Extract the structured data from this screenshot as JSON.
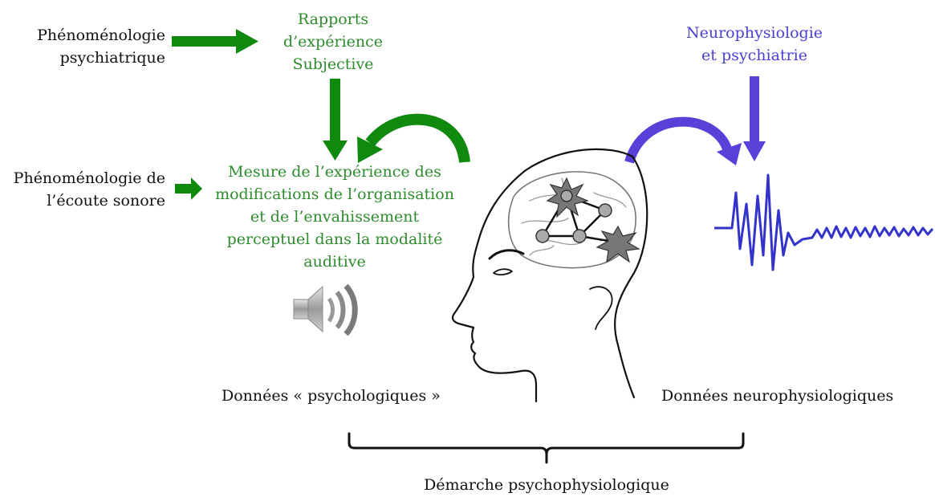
{
  "labels": {
    "phen_psych": [
      "Phénoménologie",
      "psychiatrique"
    ],
    "rapports": [
      "Rapports",
      "d’expérience",
      "Subjective"
    ],
    "neuro_psych": [
      "Neurophysiologie",
      "et psychiatrie"
    ],
    "phen_ecoute": [
      "Phénoménologie de",
      "l’écoute sonore"
    ],
    "mesure": [
      "Mesure de l’expérience des",
      "modifications de l’organisation",
      "et de l’envahissement",
      "perceptuel dans la modalité",
      "auditive"
    ],
    "donnees_psy": "Données « psychologiques »",
    "donnees_neuro": "Données neurophysiologiques",
    "demarche": "Démarche psychophysiologique"
  },
  "colors": {
    "green": "#0f8a0f",
    "green_text": "#2e8b2e",
    "blue": "#5b3fd9",
    "signal": "#3333cc",
    "black": "#111111"
  },
  "icons": [
    "speaker-icon",
    "head-profile-illustration",
    "brain-network-icon",
    "eeg-signal-icon"
  ]
}
